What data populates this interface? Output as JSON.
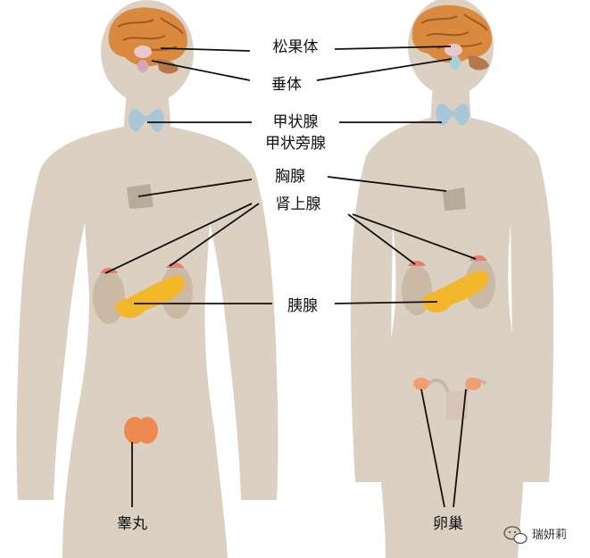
{
  "labels": {
    "pineal": "松果体",
    "pituitary": "垂体",
    "thyroid": "甲状腺",
    "parathyroid": "甲状旁腺",
    "thymus": "胸腺",
    "adrenal": "肾上腺",
    "pancreas": "胰腺",
    "testes": "睾丸",
    "ovaries": "卵巢"
  },
  "watermark": {
    "text": "瑞妍莉",
    "icon": "wechat-bubble-icon"
  },
  "colors": {
    "body": "#dcd0c2",
    "brain": "#d98a3e",
    "thyroid": "#a8c8d8",
    "thymus": "#b8ab99",
    "kidney": "#c9b9a5",
    "adrenal": "#e87f6f",
    "pancreas": "#f2b72a",
    "testes": "#ee8a50",
    "ovaries": "#f0a070"
  }
}
